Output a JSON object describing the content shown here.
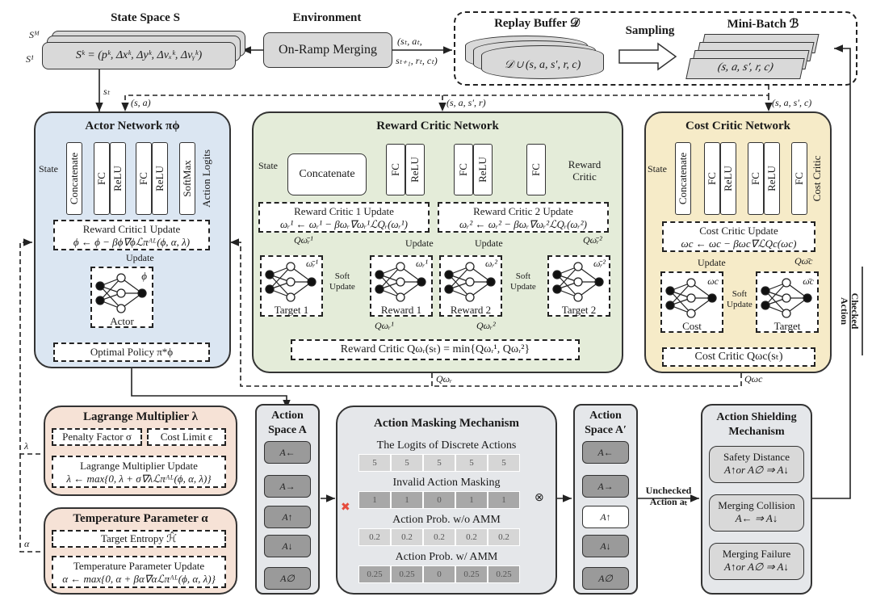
{
  "state_space": {
    "title": "State Space S",
    "formula": "Sᵏ = (pᵏ, Δxᵏ, Δyᵏ, Δvₓᵏ, Δvᵧᵏ)",
    "label_top": "Sᴹ",
    "label_bottom": "S¹",
    "output": "sₜ"
  },
  "environment": {
    "title": "Environment",
    "box": "On-Ramp Merging",
    "out_top": "(sₜ, aₜ,",
    "out_bottom": "sₜ₊₁, rₜ, cₜ)"
  },
  "replay": {
    "buffer_title": "Replay Buffer 𝒟",
    "buffer_content": "𝒟 ∪ (s, a, s′, r, c)",
    "sampling": "Sampling",
    "batch_title": "Mini-Batch ℬ",
    "batch_content": "(s, a, s′, r, c)"
  },
  "flows": {
    "sa": "(s, a)",
    "sasr": "(s, a, s′, r)",
    "sasc": "(s, a, s′, c)",
    "q_wr": "Qωᵣ",
    "q_wc": "Qωc",
    "lambda": "λ",
    "alpha": "α",
    "checked_action": [
      "Checked",
      "Action"
    ],
    "unchecked_action": [
      "Unchecked",
      "Action aₜ"
    ]
  },
  "actor": {
    "title": "Actor Network πϕ",
    "input": "State",
    "layers": [
      "Concatenate",
      "FC",
      "ReLU",
      "FC",
      "ReLU",
      "SoftMax"
    ],
    "output": "Action Logits",
    "update_title": "Reward Critic1 Update",
    "update_formula": "ϕ ← ϕ − βϕ∇ϕℒπᴬᴸ(ϕ, α, λ)",
    "update_label": "Update",
    "net_param": "ϕ",
    "net_label": "Actor",
    "policy": "Optimal Policy π*ϕ"
  },
  "reward_critic": {
    "title": "Reward Critic Network",
    "input": "State",
    "layers": [
      "Concatenate",
      "FC",
      "ReLU",
      "FC",
      "ReLU",
      "FC"
    ],
    "output": "Reward Critic",
    "update1_title": "Reward Critic 1 Update",
    "update1_formula": "ωᵣ¹ ← ωᵣ¹ − βωᵣ∇ωᵣ¹ℒQᵣ(ωᵣ¹)",
    "update2_title": "Reward Critic 2 Update",
    "update2_formula": "ωᵣ² ← ωᵣ² − βωᵣ∇ωᵣ²ℒQᵣ(ωᵣ²)",
    "update_label": "Update",
    "soft_update": [
      "Soft",
      "Update"
    ],
    "nets": [
      {
        "label": "Target 1",
        "param": "ω̄ᵣ¹",
        "q": "Qω̄ᵣ¹"
      },
      {
        "label": "Reward 1",
        "param": "ωᵣ¹",
        "q": "Qωᵣ¹"
      },
      {
        "label": "Reward 2",
        "param": "ωᵣ²",
        "q": "Qωᵣ²"
      },
      {
        "label": "Target 2",
        "param": "ω̄ᵣ²",
        "q": "Qω̄ᵣ²"
      }
    ],
    "result": "Reward Critic Qωᵣ(sₜ) = min{Qωᵣ¹, Qωᵣ²}"
  },
  "cost_critic": {
    "title": "Cost Critic Network",
    "input": "State",
    "layers": [
      "Concatenate",
      "FC",
      "ReLU",
      "FC",
      "ReLU",
      "FC"
    ],
    "output": "Cost Critic",
    "update_title": "Cost Critic Update",
    "update_formula": "ωc ← ωc − βωc∇ℒQc(ωc)",
    "update_label": "Update",
    "soft_update": [
      "Soft",
      "Update"
    ],
    "nets": [
      {
        "label": "Cost",
        "param": "ωc"
      },
      {
        "label": "Target",
        "param": "ω̄c",
        "q": "Qω̄c"
      }
    ],
    "result": "Cost Critic Qωc(sₜ)"
  },
  "lagrange": {
    "title": "Lagrange Multiplier λ",
    "penalty": "Penalty Factor σ",
    "cost_limit": "Cost Limit ϵ",
    "update_title": "Lagrange Multiplier Update",
    "update_formula": "λ ← max{0, λ + σ∇λℒπᴬᴸ(ϕ, α, λ)}"
  },
  "temperature": {
    "title": "Temperature Parameter α",
    "entropy": "Target Entropy ℋ̂",
    "update_title": "Temperature Parameter Update",
    "update_formula": "α ← max{0, α + βα∇αℒπᴬᴸ(ϕ, α, λ)}"
  },
  "action_space_a": {
    "title": [
      "Action",
      "Space A"
    ],
    "actions": [
      "A←",
      "A→",
      "A↑",
      "A↓",
      "A∅"
    ]
  },
  "masking": {
    "title": "Action Masking Mechanism",
    "rows": [
      {
        "label": "The Logits of  Discrete Actions",
        "values": [
          "5",
          "5",
          "5",
          "5",
          "5"
        ],
        "tone": "lt"
      },
      {
        "label": "Invalid Action Masking",
        "values": [
          "1",
          "1",
          "0",
          "1",
          "1"
        ],
        "tone": "dk"
      },
      {
        "label": "Action Prob. w/o AMM",
        "values": [
          "0.2",
          "0.2",
          "0.2",
          "0.2",
          "0.2"
        ],
        "tone": "lt"
      },
      {
        "label": "Action Prob. w/ AMM",
        "values": [
          "0.25",
          "0.25",
          "0",
          "0.25",
          "0.25"
        ],
        "tone": "dk"
      }
    ],
    "multiply": "⊗",
    "blocked": "✖"
  },
  "action_space_a2": {
    "title": [
      "Action",
      "Space A′"
    ],
    "actions": [
      "A←",
      "A→",
      "A↑",
      "A↓",
      "A∅"
    ],
    "selected_index": 2
  },
  "shielding": {
    "title": [
      "Action Shielding",
      "Mechanism"
    ],
    "rules": [
      {
        "name": "Safety Distance",
        "rule": "A↑or A∅ ⇒ A↓"
      },
      {
        "name": "Merging Collision",
        "rule": "A← ⇒ A↓"
      },
      {
        "name": "Merging Failure",
        "rule": "A↑or A∅ ⇒ A↓"
      }
    ]
  }
}
